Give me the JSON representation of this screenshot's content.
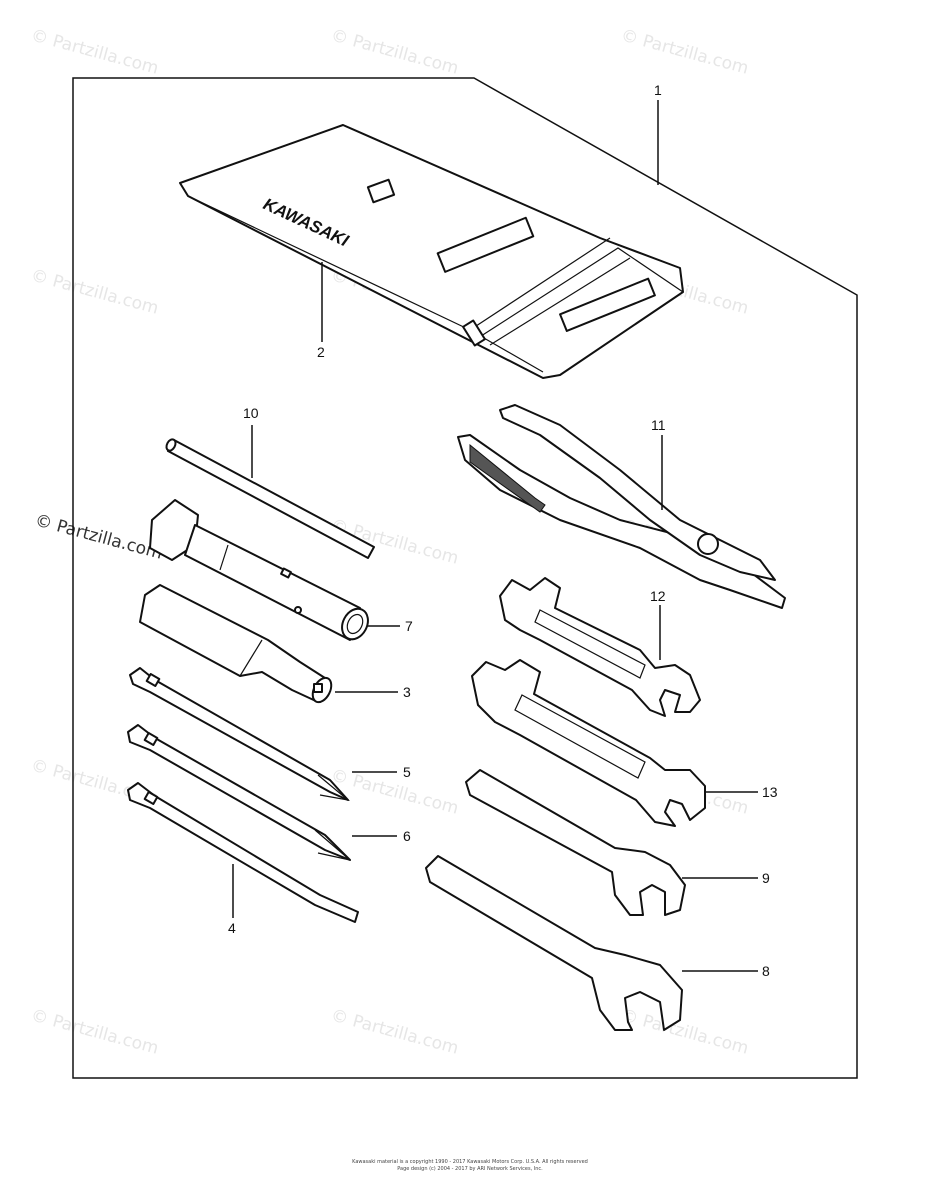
{
  "watermark": "© Partzilla.com",
  "bag_brand": "KAWASAKI",
  "callouts": {
    "c1": "1",
    "c2": "2",
    "c3": "3",
    "c4": "4",
    "c5": "5",
    "c6": "6",
    "c7": "7",
    "c8": "8",
    "c9": "9",
    "c10": "10",
    "c11": "11",
    "c12": "12",
    "c13": "13"
  },
  "copyright": {
    "line1": "Kawasaki material is a copyright 1990 - 2017 Kawasaki Motors Corp. U.S.A. All rights reserved",
    "line2": "Page design (c) 2004 - 2017 by ARI Network Services, Inc."
  }
}
